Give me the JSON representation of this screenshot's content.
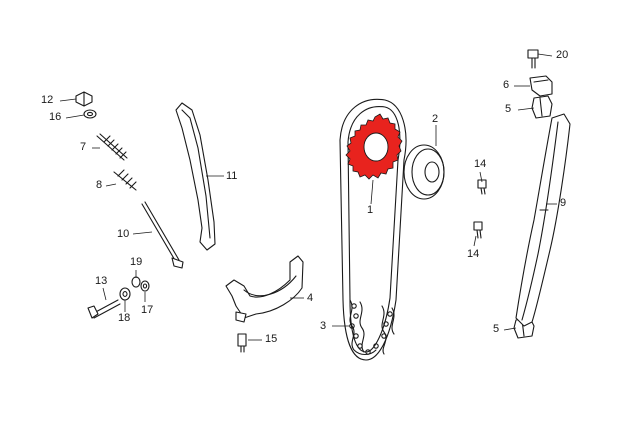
{
  "diagram": {
    "labels": {
      "p1": "1",
      "p2": "2",
      "p3": "3",
      "p4": "4",
      "p5a": "5",
      "p5b": "5",
      "p6": "6",
      "p7": "7",
      "p8": "8",
      "p9": "9",
      "p10": "10",
      "p11": "11",
      "p12": "12",
      "p13": "13",
      "p14a": "14",
      "p14b": "14",
      "p15": "15",
      "p16": "16",
      "p17": "17",
      "p18": "18",
      "p19": "19",
      "p20": "20"
    },
    "colors": {
      "line": "#1a1a1a",
      "highlight": "#e8231e",
      "background": "#ffffff"
    },
    "highlighted_part": "1"
  }
}
